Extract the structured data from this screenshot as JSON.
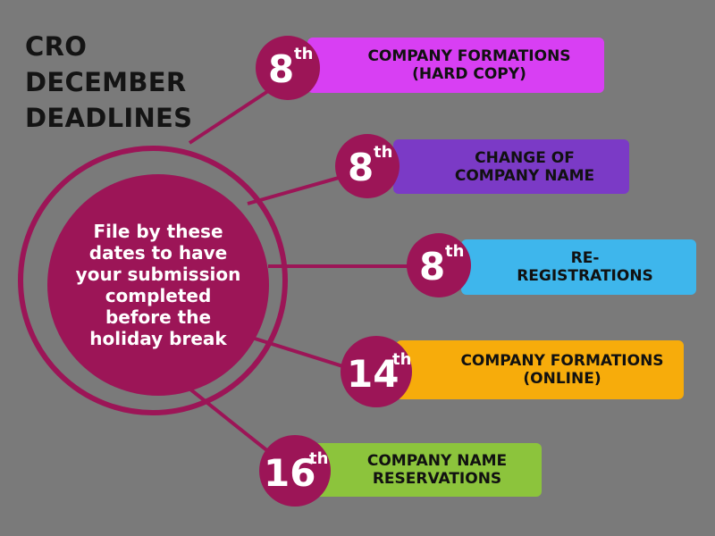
{
  "title": [
    "CRO",
    "DECEMBER",
    "DEADLINES"
  ],
  "hub": {
    "text": "File by these dates to have your submission completed before the holiday break"
  },
  "colors": {
    "background": "#7a7a7a",
    "accent": "#9c1557",
    "bars": [
      "#d83ff3",
      "#7b3ac6",
      "#3eb6ec",
      "#f7ac0b",
      "#8cc43c"
    ]
  },
  "deadlines": [
    {
      "day": "8",
      "suffix": "th",
      "label_lines": [
        "COMPANY FORMATIONS",
        "(HARD COPY)"
      ]
    },
    {
      "day": "8",
      "suffix": "th",
      "label_lines": [
        "CHANGE OF",
        "COMPANY NAME"
      ]
    },
    {
      "day": "8",
      "suffix": "th",
      "label_lines": [
        "RE-",
        "REGISTRATIONS"
      ]
    },
    {
      "day": "14",
      "suffix": "th",
      "label_lines": [
        "COMPANY FORMATIONS",
        "(ONLINE)"
      ]
    },
    {
      "day": "16",
      "suffix": "th",
      "label_lines": [
        "COMPANY NAME",
        "RESERVATIONS"
      ]
    }
  ]
}
